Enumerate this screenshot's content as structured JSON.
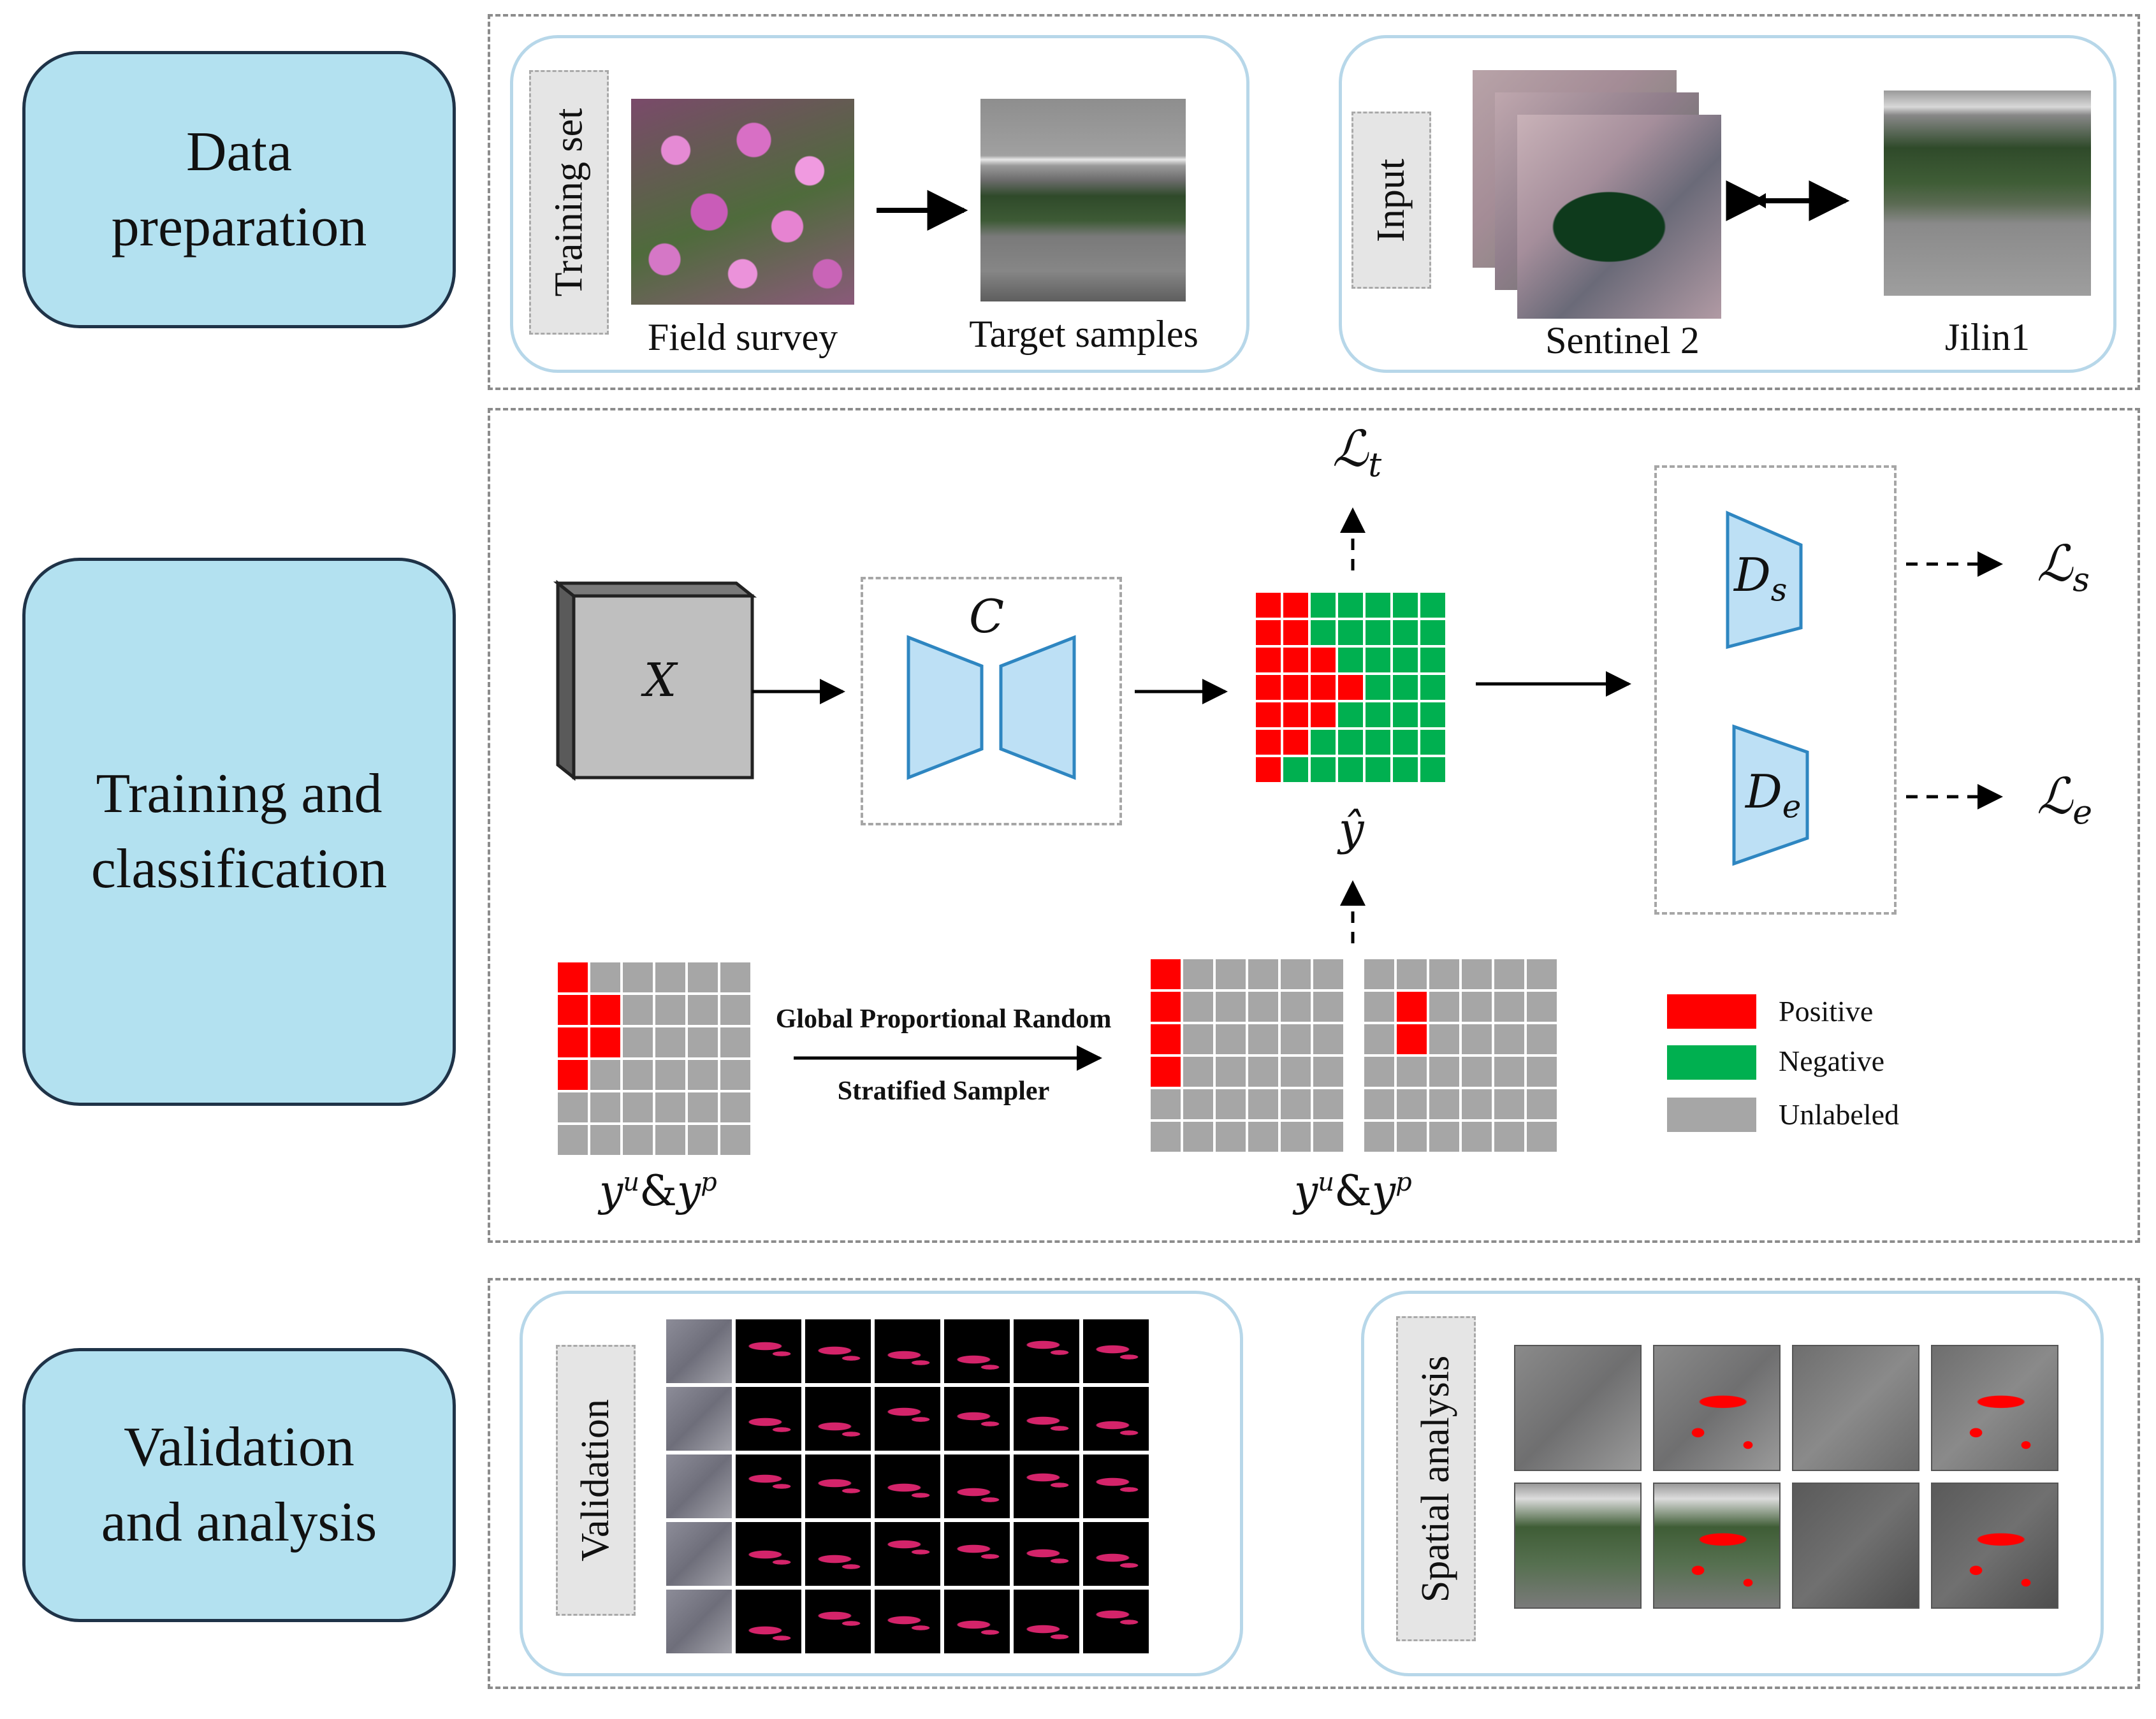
{
  "stages": {
    "data_preparation": "Data\npreparation",
    "training": "Training and\nclassification",
    "validation": "Validation\nand analysis"
  },
  "data_prep": {
    "training_set_tag": "Training set",
    "field_survey": "Field survey",
    "target_samples": "Target samples",
    "input_tag": "Input",
    "sentinel": "Sentinel 2",
    "jilin": "Jilin1"
  },
  "training": {
    "input_symbol": "X",
    "classifier_symbol": "C",
    "loss_t": "ℒ",
    "loss_t_sub": "t",
    "loss_s": "ℒ",
    "loss_s_sub": "s",
    "loss_e": "ℒ",
    "loss_e_sub": "e",
    "disc_s": "D",
    "disc_s_sub": "s",
    "disc_e": "D",
    "disc_e_sub": "e",
    "y_hat": "ŷ",
    "label_left": "y",
    "label_left_sup1": "u",
    "label_left_amp": "&",
    "label_left2": "y",
    "label_left_sup2": "p",
    "sampler_line1": "Global Proportional Random",
    "sampler_line2": "Stratified Sampler",
    "legend": [
      {
        "label": "Positive",
        "color": "#ff0000"
      },
      {
        "label": "Negative",
        "color": "#00b050"
      },
      {
        "label": "Unlabeled",
        "color": "#a6a6a6"
      }
    ]
  },
  "validation": {
    "validation_tag": "Validation",
    "spatial_tag": "Spatial analysis"
  },
  "colors": {
    "stage_fill": "#b3e1f0",
    "stage_border": "#1f3348",
    "positive": "#ff0000",
    "negative": "#00b050",
    "unlabeled": "#a6a6a6",
    "network_fill": "#bde0f5",
    "network_stroke": "#2e86c1"
  }
}
